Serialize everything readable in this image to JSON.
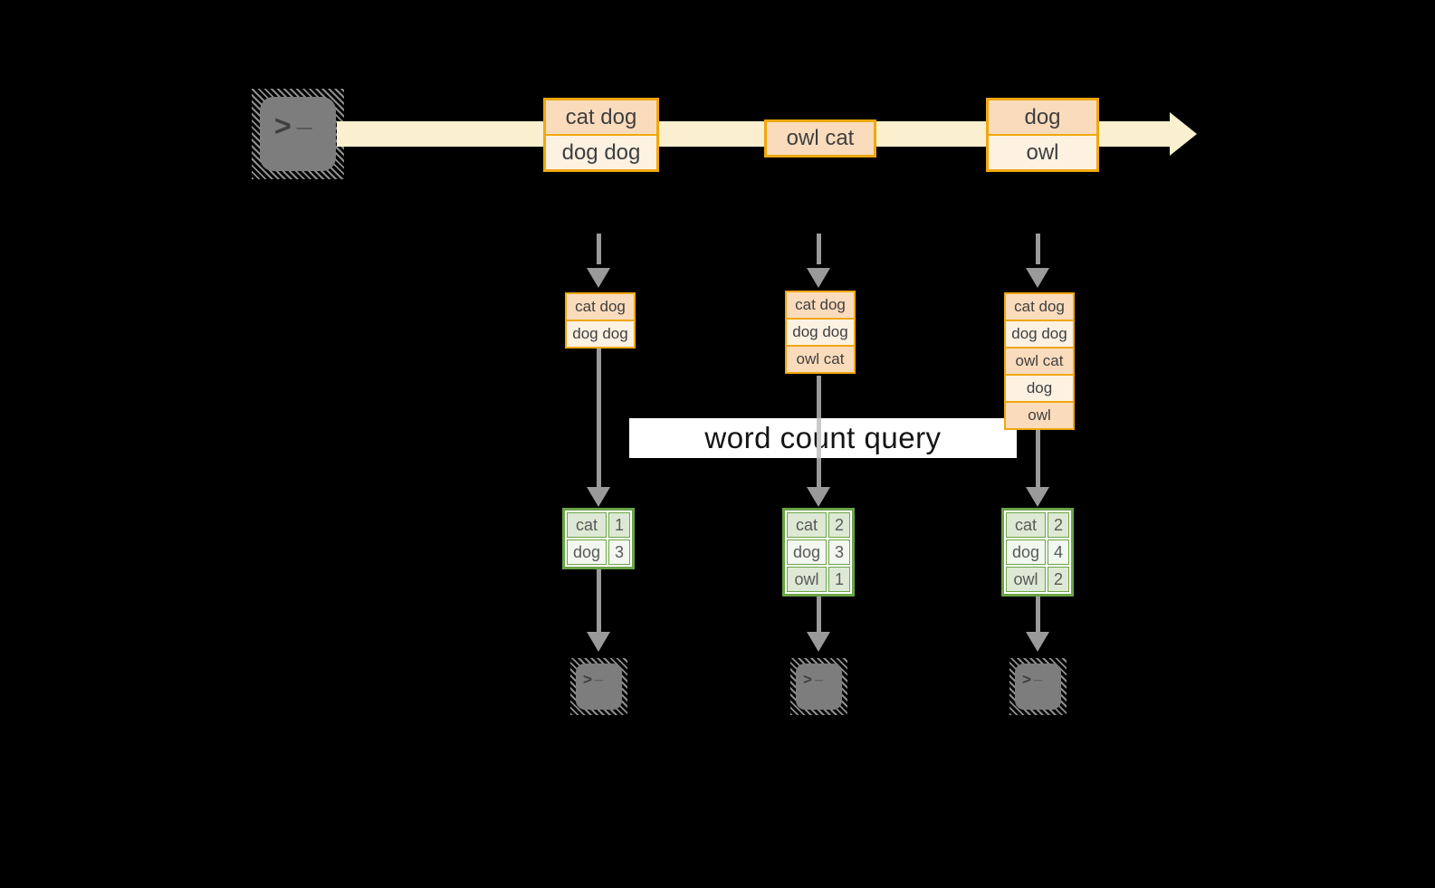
{
  "query": {
    "label": "word count query"
  },
  "stream": {
    "batches": [
      {
        "lines": [
          "cat dog",
          "dog dog"
        ]
      },
      {
        "lines": [
          "owl cat"
        ]
      },
      {
        "lines": [
          "dog",
          "owl"
        ]
      }
    ]
  },
  "states": [
    {
      "lines": [
        "cat dog",
        "dog dog"
      ]
    },
    {
      "lines": [
        "cat dog",
        "dog dog",
        "owl cat"
      ]
    },
    {
      "lines": [
        "cat dog",
        "dog dog",
        "owl cat",
        "dog",
        "owl"
      ]
    }
  ],
  "counts": [
    {
      "rows": [
        {
          "word": "cat",
          "count": "1"
        },
        {
          "word": "dog",
          "count": "3"
        }
      ]
    },
    {
      "rows": [
        {
          "word": "cat",
          "count": "2"
        },
        {
          "word": "dog",
          "count": "3"
        },
        {
          "word": "owl",
          "count": "1"
        }
      ]
    },
    {
      "rows": [
        {
          "word": "cat",
          "count": "2"
        },
        {
          "word": "dog",
          "count": "4"
        },
        {
          "word": "owl",
          "count": "2"
        }
      ]
    }
  ],
  "terminal": {
    "prompt": ">",
    "cursor": "_"
  },
  "colors": {
    "accent_amber": "#f0a70e",
    "fill_peach": "#fadcbd",
    "fill_cream": "#fdf1e2",
    "stream_band": "#faf0cf",
    "green_border": "#6ba447",
    "fill_sage": "#dee9d5",
    "fill_pale_green": "#f2f7ef",
    "arrow_gray": "#9a9a9a",
    "background": "#000000"
  }
}
